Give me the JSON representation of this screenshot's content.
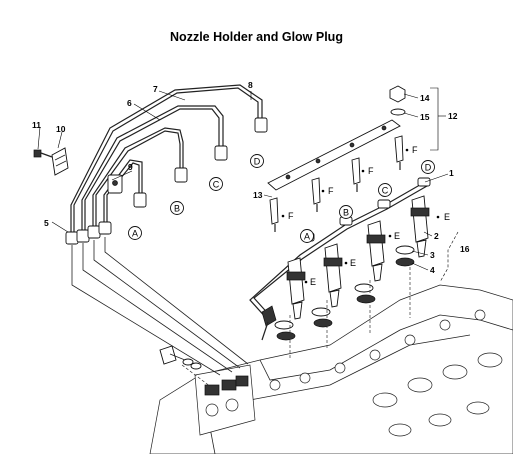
{
  "title": "Nozzle Holder and Glow Plug",
  "callouts": {
    "n1": "1",
    "n2": "2",
    "n3": "3",
    "n4": "4",
    "n5": "5",
    "n6": "6",
    "n7": "7",
    "n8": "8",
    "n9": "9",
    "n10": "10",
    "n11": "11",
    "n12": "12",
    "n13": "13",
    "n14": "14",
    "n15": "15",
    "n16": "16"
  },
  "letters": {
    "A": "A",
    "B": "B",
    "C": "C",
    "D": "D",
    "E": "E",
    "F": "F"
  }
}
